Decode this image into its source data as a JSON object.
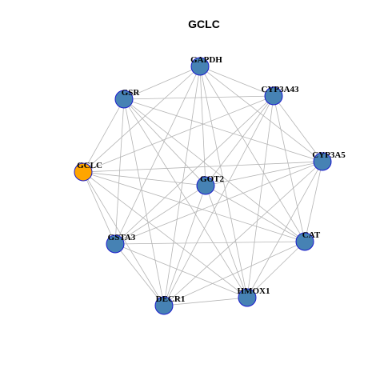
{
  "title": "GCLC",
  "colors": {
    "node_default": "#4682b4",
    "node_highlight": "#ffa500",
    "node_border": "#1a1acc",
    "edge": "#b4b4b4"
  },
  "nodes": [
    {
      "id": "GAPDH",
      "label": "GAPDH",
      "highlight": false
    },
    {
      "id": "CYP3A43",
      "label": "CYP3A43",
      "highlight": false
    },
    {
      "id": "CYP3A5",
      "label": "CYP3A5",
      "highlight": false
    },
    {
      "id": "CAT",
      "label": "CAT",
      "highlight": false
    },
    {
      "id": "HMOX1",
      "label": "HMOX1",
      "highlight": false
    },
    {
      "id": "DECR1",
      "label": "DECR1",
      "highlight": false
    },
    {
      "id": "GSTA3",
      "label": "GSTA3",
      "highlight": false
    },
    {
      "id": "GCLC",
      "label": "GCLC",
      "highlight": true
    },
    {
      "id": "GSR",
      "label": "GSR",
      "highlight": false
    },
    {
      "id": "GOT2",
      "label": "GOT2",
      "highlight": false
    }
  ],
  "edges": [
    [
      "GAPDH",
      "GSR"
    ],
    [
      "GAPDH",
      "CYP3A43"
    ],
    [
      "GAPDH",
      "CYP3A5"
    ],
    [
      "GAPDH",
      "CAT"
    ],
    [
      "GAPDH",
      "HMOX1"
    ],
    [
      "GAPDH",
      "DECR1"
    ],
    [
      "GAPDH",
      "GSTA3"
    ],
    [
      "GAPDH",
      "GCLC"
    ],
    [
      "GAPDH",
      "GOT2"
    ],
    [
      "GSR",
      "CYP3A43"
    ],
    [
      "GSR",
      "CYP3A5"
    ],
    [
      "GSR",
      "CAT"
    ],
    [
      "GSR",
      "HMOX1"
    ],
    [
      "GSR",
      "DECR1"
    ],
    [
      "GSR",
      "GSTA3"
    ],
    [
      "GSR",
      "GCLC"
    ],
    [
      "GSR",
      "GOT2"
    ],
    [
      "CYP3A43",
      "CYP3A5"
    ],
    [
      "CYP3A43",
      "CAT"
    ],
    [
      "CYP3A43",
      "HMOX1"
    ],
    [
      "CYP3A43",
      "DECR1"
    ],
    [
      "CYP3A43",
      "GSTA3"
    ],
    [
      "CYP3A43",
      "GCLC"
    ],
    [
      "CYP3A43",
      "GOT2"
    ],
    [
      "CYP3A5",
      "CAT"
    ],
    [
      "CYP3A5",
      "HMOX1"
    ],
    [
      "CYP3A5",
      "DECR1"
    ],
    [
      "CYP3A5",
      "GSTA3"
    ],
    [
      "CYP3A5",
      "GCLC"
    ],
    [
      "CYP3A5",
      "GOT2"
    ],
    [
      "CAT",
      "HMOX1"
    ],
    [
      "CAT",
      "DECR1"
    ],
    [
      "CAT",
      "GSTA3"
    ],
    [
      "CAT",
      "GCLC"
    ],
    [
      "CAT",
      "GOT2"
    ],
    [
      "HMOX1",
      "DECR1"
    ],
    [
      "HMOX1",
      "GSTA3"
    ],
    [
      "HMOX1",
      "GCLC"
    ],
    [
      "HMOX1",
      "GOT2"
    ],
    [
      "DECR1",
      "GSTA3"
    ],
    [
      "DECR1",
      "GCLC"
    ],
    [
      "DECR1",
      "GOT2"
    ],
    [
      "GSTA3",
      "GCLC"
    ],
    [
      "GSTA3",
      "GOT2"
    ],
    [
      "GCLC",
      "GOT2"
    ]
  ]
}
